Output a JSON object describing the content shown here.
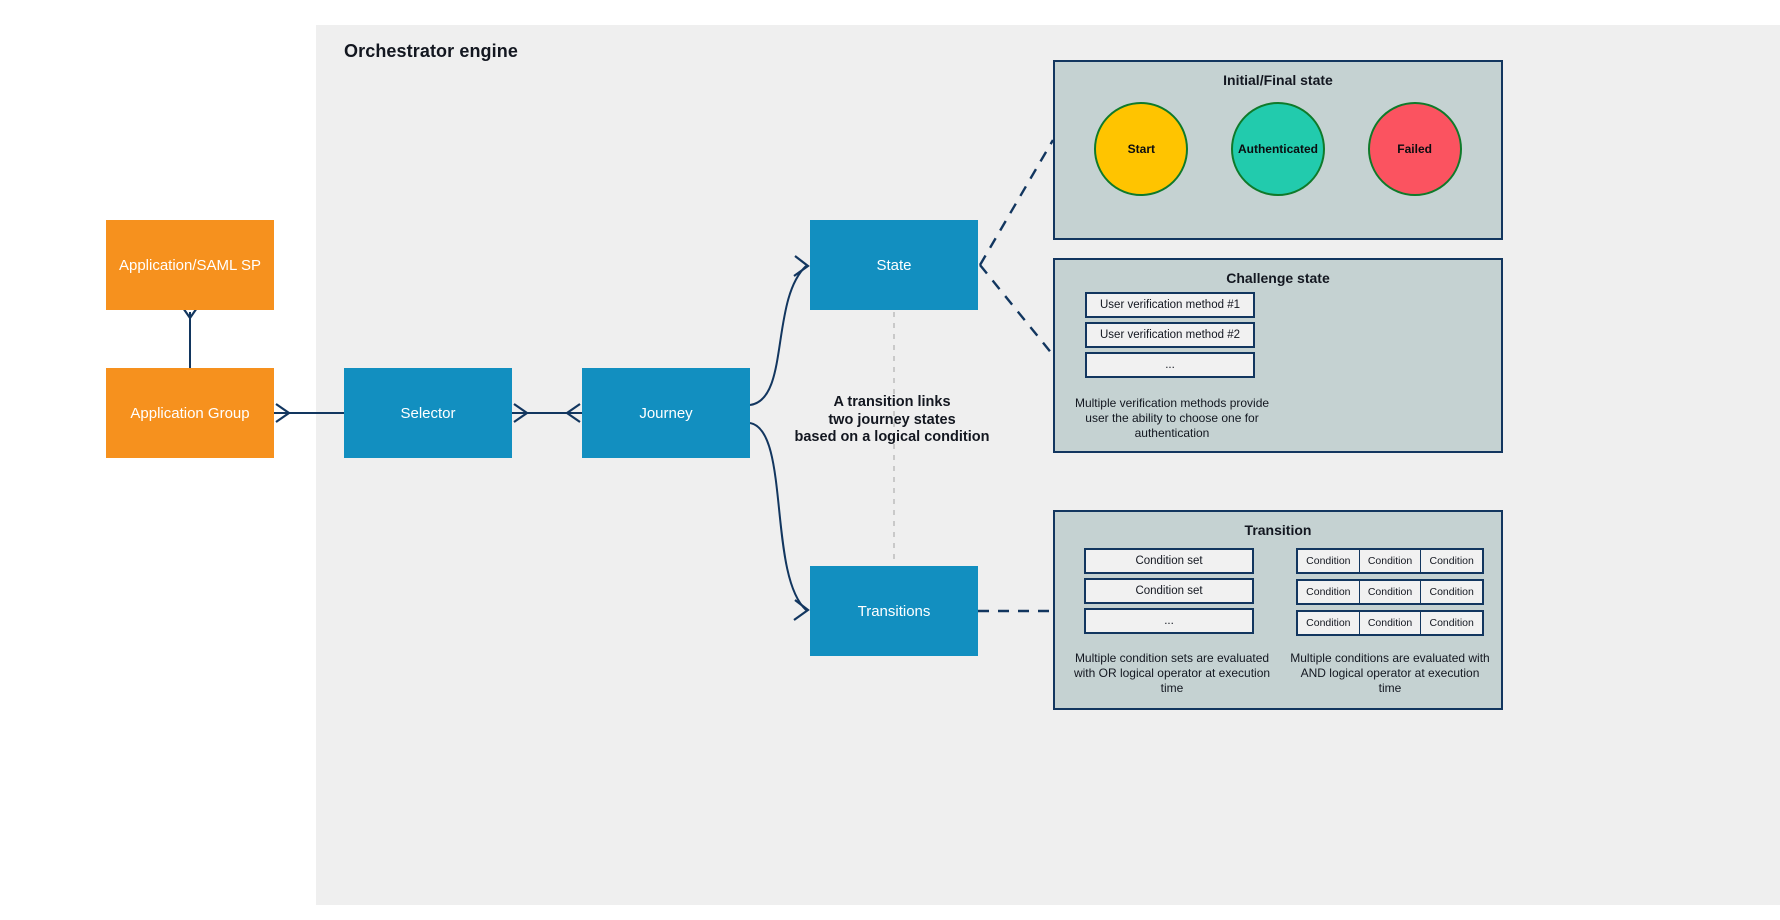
{
  "engine": {
    "title": "Orchestrator engine"
  },
  "colors": {
    "orange": "#f6911e",
    "blue": "#128fc0",
    "panel_bg": "#c5d2d2",
    "panel_border": "#12365f",
    "wire": "#12365f",
    "canvas_bg": "#efefef",
    "start_fill": "#ffc400",
    "authenticated_fill": "#22cbad",
    "failed_fill": "#fb5360",
    "circle_border": "#0f7a2a"
  },
  "nodes": {
    "app_saml": "Application/SAML SP",
    "app_group": "Application Group",
    "selector": "Selector",
    "journey": "Journey",
    "state": "State",
    "transitions": "Transitions"
  },
  "annotation": {
    "line1": "A transition links",
    "line2": "two journey states",
    "line3": "based on a logical condition"
  },
  "panels": {
    "initial_final": {
      "title": "Initial/Final state",
      "circles": [
        {
          "label": "Start",
          "fill": "#ffc400"
        },
        {
          "label": "Authenticated",
          "fill": "#22cbad"
        },
        {
          "label": "Failed",
          "fill": "#fb5360"
        }
      ]
    },
    "challenge": {
      "title": "Challenge state",
      "items": [
        "User verification method #1",
        "User verification method #2",
        "..."
      ],
      "caption": "Multiple verification methods provide user the ability to choose one for authentication"
    },
    "transition": {
      "title": "Transition",
      "condition_sets": [
        "Condition set",
        "Condition set",
        "..."
      ],
      "condition_sets_caption": "Multiple condition sets are evaluated with OR logical operator at execution time",
      "condition_rows": [
        [
          "Condition",
          "Condition",
          "Condition"
        ],
        [
          "Condition",
          "Condition",
          "Condition"
        ],
        [
          "Condition",
          "Condition",
          "Condition"
        ]
      ],
      "conditions_caption": "Multiple conditions are evaluated with AND logical operator at execution time"
    }
  }
}
